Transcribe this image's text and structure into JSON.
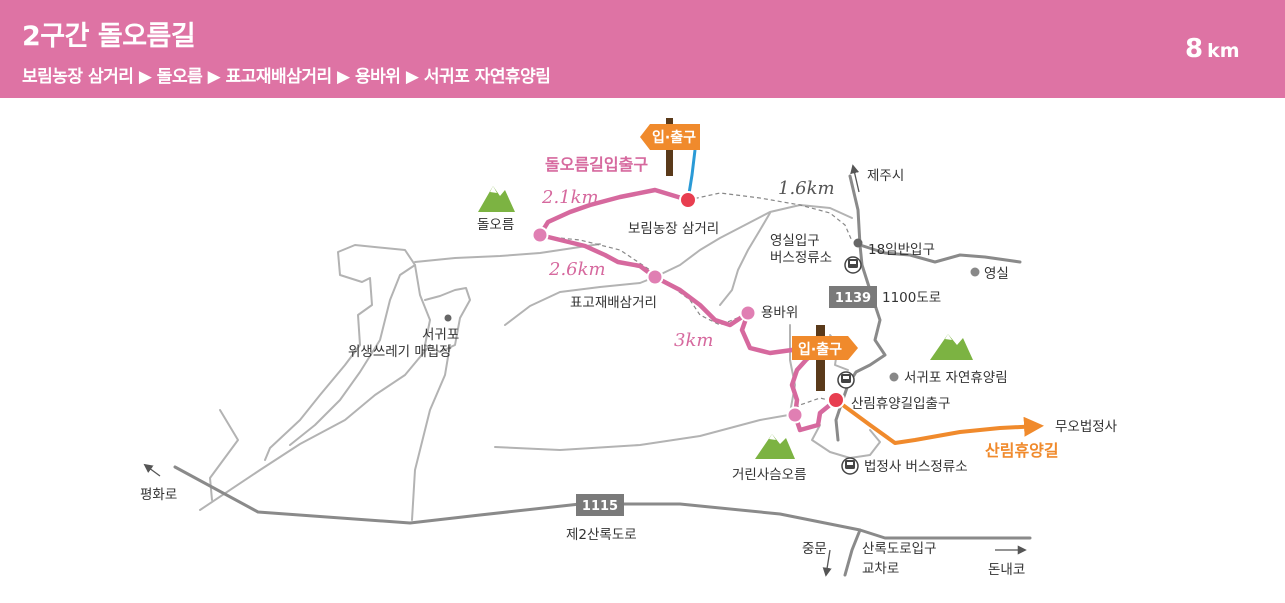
{
  "header": {
    "title": "2구간 돌오름길",
    "route": "보림농장 삼거리 ▶ 돌오름 ▶ 표고재배삼거리 ▶ 용바위 ▶ 서귀포 자연휴양림",
    "distance_value": "8",
    "distance_unit": "km"
  },
  "trail_labels": {
    "entrance_name": "돌오름길입출구",
    "seg1": "2.1km",
    "seg2": "2.6km",
    "seg3": "3km",
    "connector": "1.6km",
    "forest_trail": "산림휴양길"
  },
  "signposts": {
    "top": "입·출구",
    "bottom": "입·출구"
  },
  "places": {
    "borim": "보림농장 삼거리",
    "doloreum": "돌오름",
    "pyogo": "표고재배삼거리",
    "yongbawi": "용바위",
    "seogwipo_landfill_1": "서귀포",
    "seogwipo_landfill_2": "위생쓰레기 매립장",
    "yeongsil_bus_1": "영실입구",
    "yeongsil_bus_2": "버스정류소",
    "eighteen": "18임반입구",
    "yeongsil": "영실",
    "jeju_city": "제주시",
    "road_1100": "1100도로",
    "forest_park": "서귀포 자연휴양림",
    "forest_trail_entrance": "산림휴양길입출구",
    "muo": "무오법정사",
    "georin": "거린사슴오름",
    "beopjeongsa_bus": "법정사 버스정류소",
    "pyeonghwa": "평화로",
    "jungmun": "중문",
    "donnaeko": "돈내코",
    "sanrok_junction_1": "산록도로입구",
    "sanrok_junction_2": "교차로",
    "road_2nd_sanrok": "제2산록도로"
  },
  "road_badges": {
    "r1139": "1139",
    "r1115": "1115"
  },
  "colors": {
    "header": "#de73a4",
    "trail": "#d6699e",
    "trail_node": "#e07fb3",
    "entrance_node": "#e83e50",
    "forest_trail": "#f08a2c",
    "sign": "#f08a2c",
    "road": "#a8a8a8",
    "road_major": "#808080",
    "mountain": "#7cb342"
  },
  "icons": {
    "mountain": "mountain-icon",
    "bus": "bus-stop-icon",
    "signpost": "signpost-icon"
  }
}
